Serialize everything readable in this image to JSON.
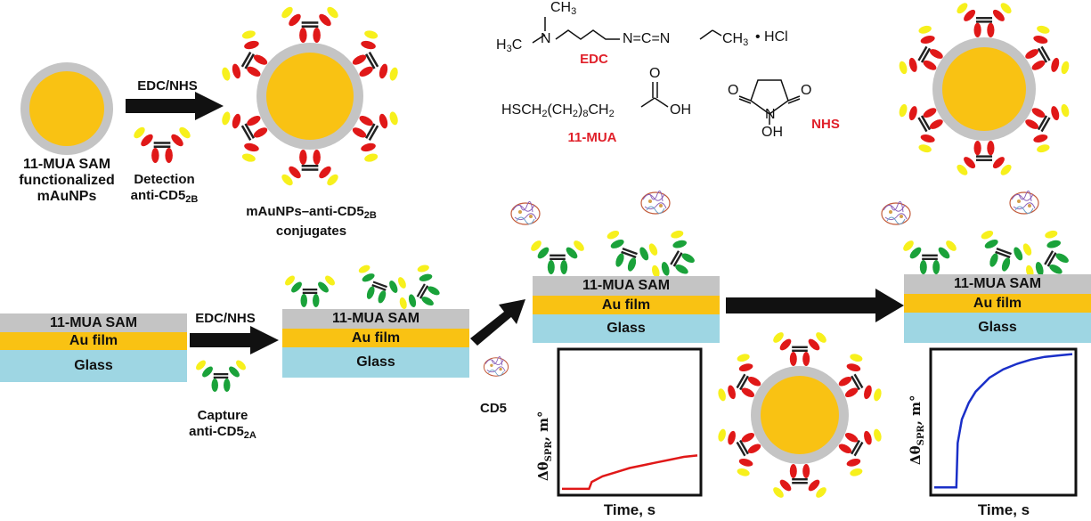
{
  "labels": {
    "mua_sam": "11-MUA SAM",
    "functionalized": "functionalized",
    "maunps": "mAuNPs",
    "edc_nhs": "EDC/NHS",
    "detection": "Detection",
    "anti_cd5": "anti-CD5",
    "sub_2b": "2B",
    "sub_2a": "2A",
    "conjugates_line1": "mAuNPs–anti-CD5",
    "conjugates_line2": "conjugates",
    "capture": "Capture",
    "cd5": "CD5"
  },
  "layers": {
    "sam": "11-MUA SAM",
    "au": "Au film",
    "glass": "Glass"
  },
  "chemistry": {
    "ch3": "CH",
    "three": "3",
    "h3c": "H",
    "c": "C",
    "n": "N",
    "carbodiimide": "N=C=N",
    "hcl": "• HCl",
    "edc_name": "EDC",
    "mua_formula_a": "HSCH",
    "mua_formula_b": "(CH",
    "mua_formula_c": ")",
    "mua_formula_d": "CH",
    "two": "2",
    "eight": "8",
    "oh": "OH",
    "o": "O",
    "mua_name": "11-MUA",
    "nhs_oh": "OH",
    "nhs_name": "NHS"
  },
  "charts": {
    "ylabel_a": "Δθ",
    "ylabel_sub": "SPR",
    "ylabel_b": ", m°",
    "xlabel": "Time, s"
  },
  "chart_data": [
    {
      "type": "line",
      "xlabel": "Time, s",
      "ylabel": "ΔθSPR, m°",
      "series": [
        {
          "color": "#e01818",
          "x": [
            0,
            0.2,
            0.22,
            0.3,
            0.4,
            0.5,
            0.6,
            0.7,
            0.8,
            0.9,
            1.0
          ],
          "y": [
            0.02,
            0.02,
            0.07,
            0.11,
            0.14,
            0.17,
            0.19,
            0.21,
            0.23,
            0.25,
            0.26
          ]
        }
      ],
      "xlim": [
        0,
        1
      ],
      "ylim": [
        0,
        1
      ]
    },
    {
      "type": "line",
      "xlabel": "Time, s",
      "ylabel": "ΔθSPR, m°",
      "series": [
        {
          "color": "#1a2fc8",
          "x": [
            0,
            0.16,
            0.17,
            0.2,
            0.25,
            0.3,
            0.4,
            0.5,
            0.6,
            0.7,
            0.8,
            0.9,
            1.0
          ],
          "y": [
            0.03,
            0.03,
            0.35,
            0.52,
            0.64,
            0.72,
            0.82,
            0.88,
            0.92,
            0.95,
            0.97,
            0.98,
            0.99
          ]
        }
      ],
      "xlim": [
        0,
        1
      ],
      "ylim": [
        0,
        1
      ]
    }
  ]
}
